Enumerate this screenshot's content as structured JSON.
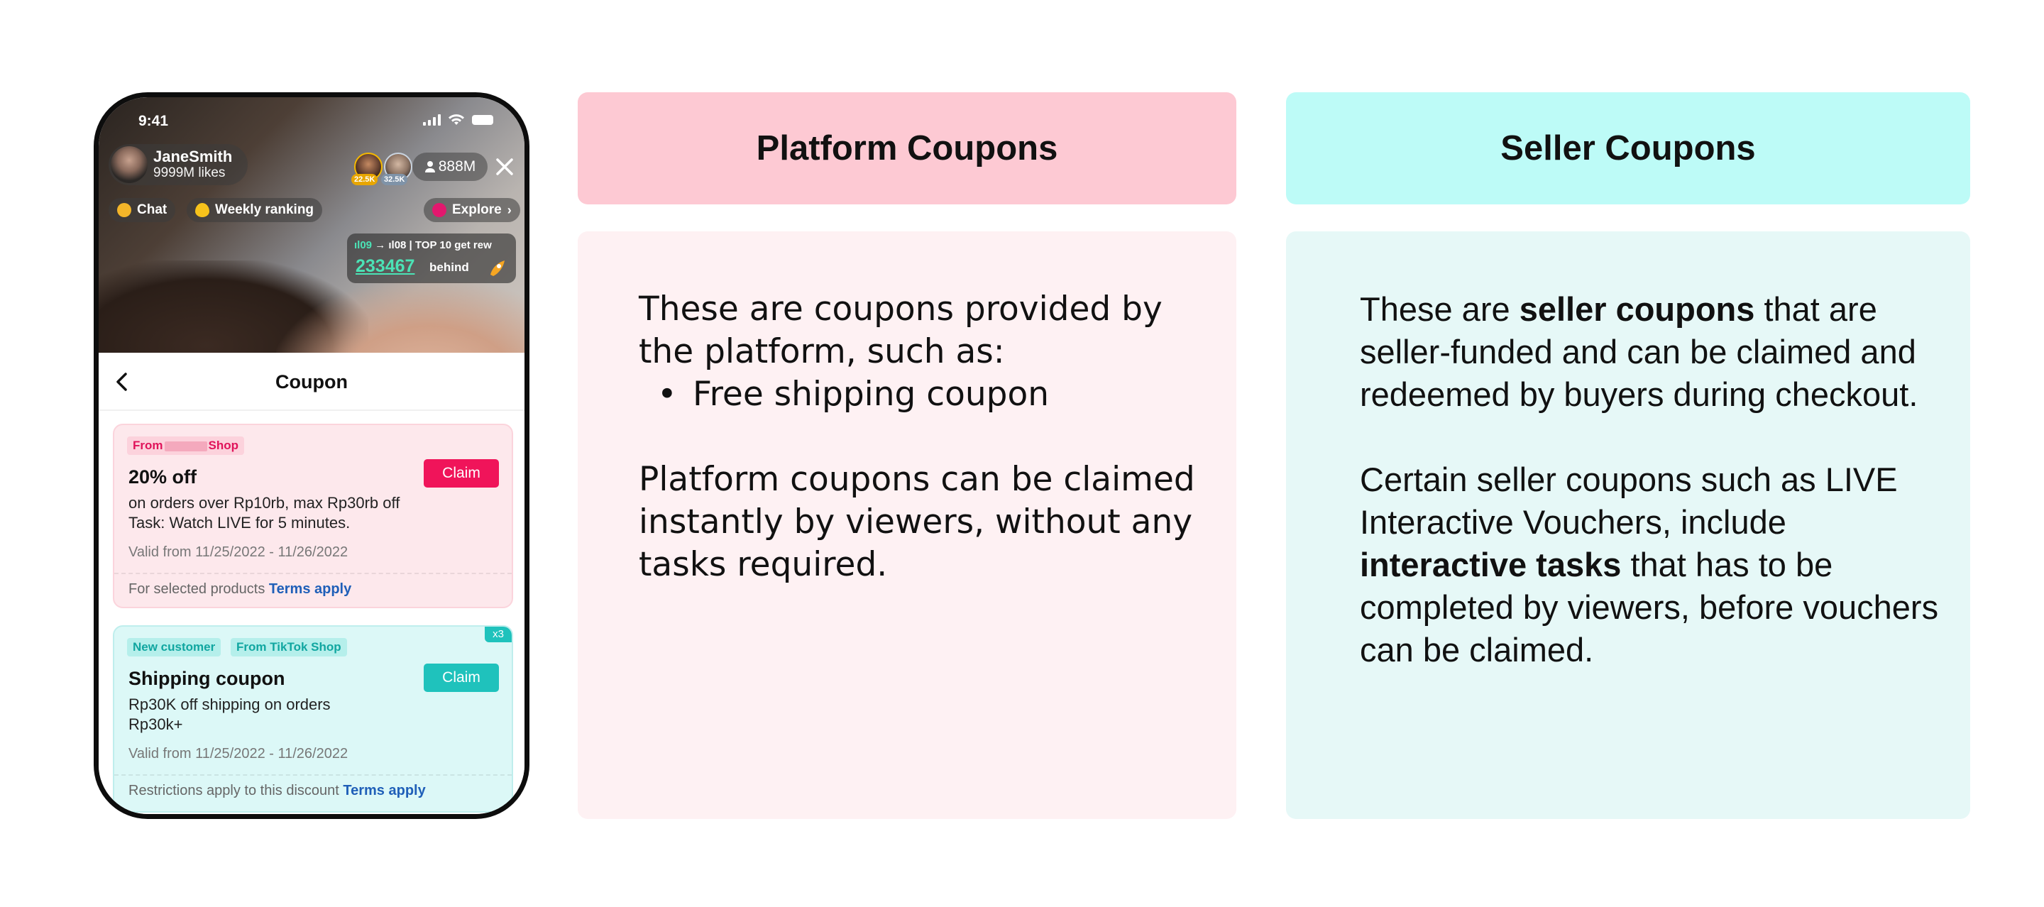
{
  "phone": {
    "status": {
      "time": "9:41"
    },
    "host": {
      "name": "JaneSmith",
      "likes": "9999M likes"
    },
    "viewers": [
      {
        "badge": "22.5K"
      },
      {
        "badge": "32.5K"
      }
    ],
    "viewer_count": "888M",
    "chips": {
      "chat": "Chat",
      "weekly": "Weekly ranking",
      "explore": "Explore"
    },
    "rank": {
      "top_line_a": "09",
      "top_line_b": "08 | TOP 10 get rew",
      "number": "233467",
      "behind": "behind"
    },
    "sheet": {
      "title": "Coupon",
      "coupons": [
        {
          "tags": [
            "From",
            "Shop"
          ],
          "title": "20% off",
          "desc": [
            "on orders over Rp10rb, max Rp30rb off",
            "Task: Watch LIVE for 5 minutes."
          ],
          "valid": "Valid from 11/25/2022 - 11/26/2022",
          "foot": "For selected products",
          "terms": "Terms apply",
          "claim": "Claim"
        },
        {
          "tags": [
            "New customer",
            "From TikTok Shop"
          ],
          "badge": "x3",
          "title": "Shipping coupon",
          "desc": [
            "Rp30K off shipping on orders",
            "Rp30k+"
          ],
          "valid": "Valid from 11/25/2022 - 11/26/2022",
          "foot": "Restrictions apply to this discount",
          "terms": "Terms apply",
          "claim": "Claim"
        }
      ]
    }
  },
  "platform": {
    "heading": "Platform Coupons",
    "p1": "These are coupons provided by the platform, such as:",
    "bullet": "Free shipping coupon",
    "p2": "Platform coupons can be claimed instantly by viewers, without any tasks required."
  },
  "seller": {
    "heading": "Seller Coupons",
    "p1_a": "These are ",
    "p1_b": "seller coupons",
    "p1_c": " that are seller-funded and can be claimed and redeemed by buyers during checkout.",
    "p2_a": "Certain seller coupons such as LIVE Interactive Vouchers, include ",
    "p2_b": "interactive tasks",
    "p2_c": " that has to be completed by viewers, before vouchers can be claimed."
  },
  "colors": {
    "platform_head": "#fdc9d3",
    "platform_body": "#fef1f3",
    "seller_head": "#bdfbf7",
    "seller_body": "#e6f8f7",
    "claim_pink": "#f0145a",
    "claim_teal": "#1fc2bc",
    "terms_link": "#1f5fb8"
  }
}
